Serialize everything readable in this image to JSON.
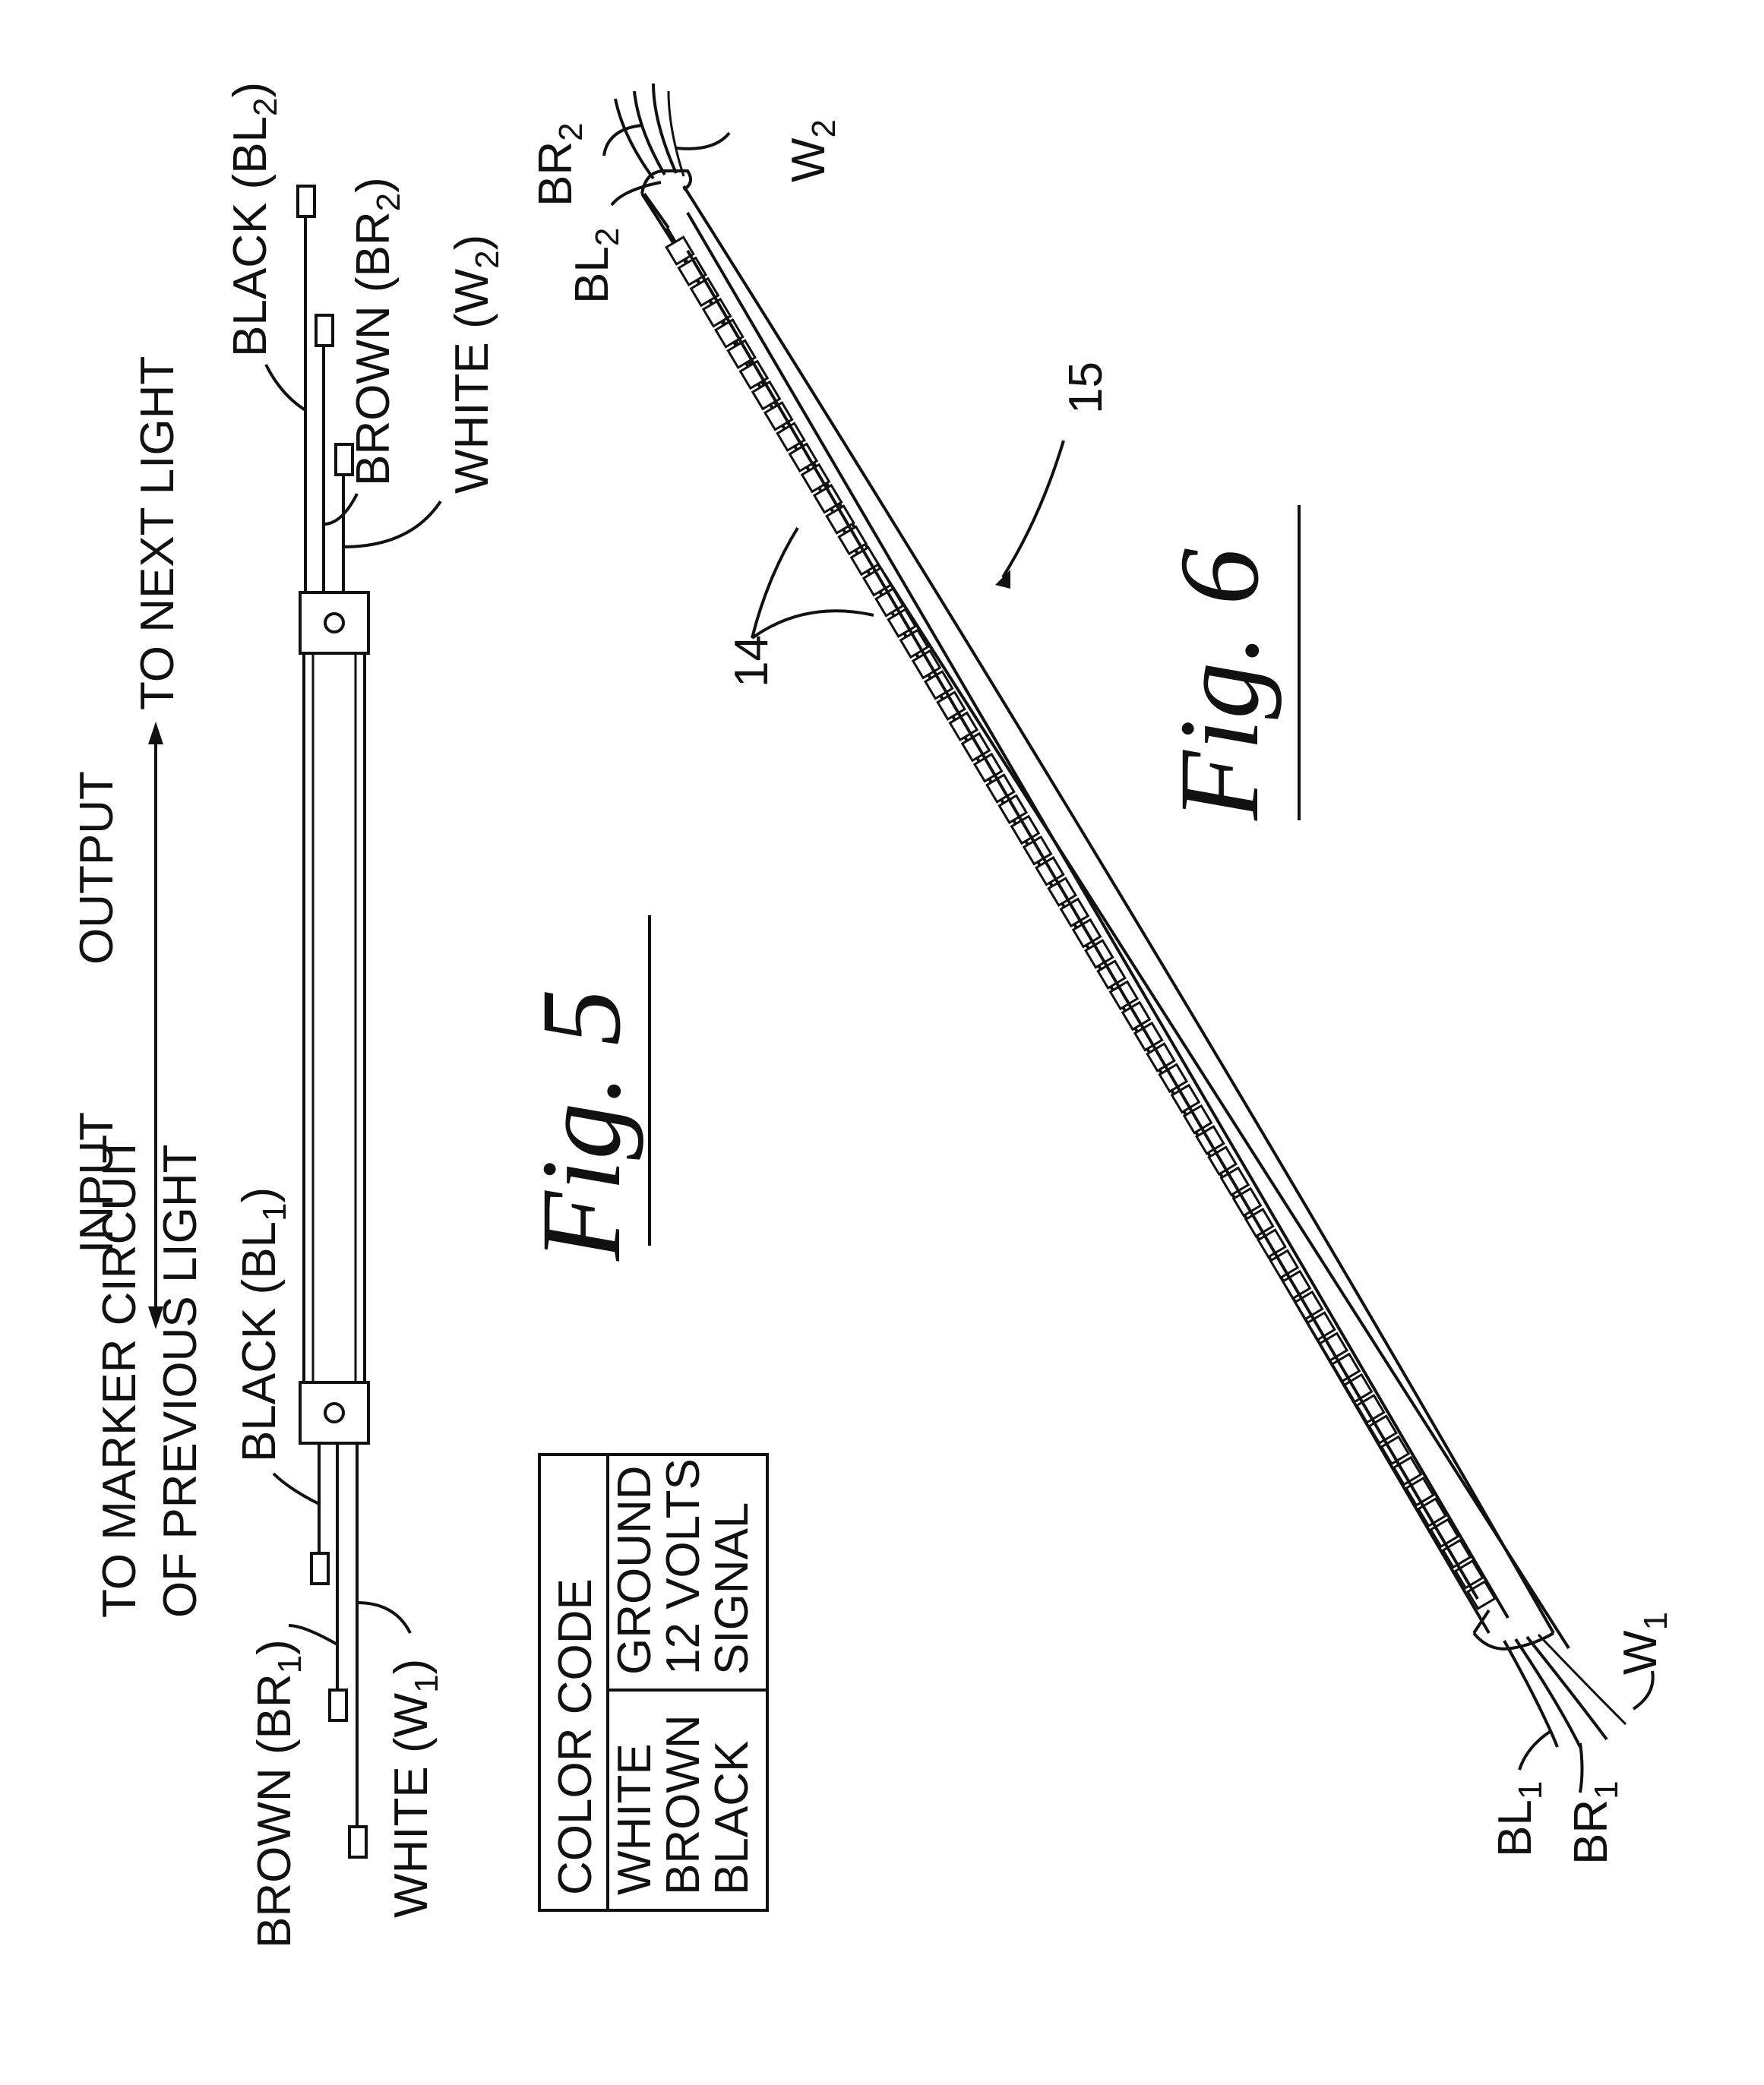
{
  "fig5": {
    "to_marker_line1": "TO MARKER CIRCUIT",
    "to_marker_line2": "OF PREVIOUS LIGHT",
    "input": "INPUT",
    "output": "OUTPUT",
    "to_next_light": "TO NEXT LIGHT",
    "black_in": "BLACK (BL",
    "brown_in": "BROWN (BR",
    "white_in": "WHITE (W",
    "black_out": "BLACK (BL",
    "brown_out": "BROWN (BR",
    "white_out": "WHITE (W",
    "sub1": "1",
    "sub2": "2",
    "close_paren": ")",
    "caption": "Fig. 5"
  },
  "color_code": {
    "title": "COLOR CODE",
    "rows": [
      {
        "color": "WHITE",
        "meaning": "GROUND"
      },
      {
        "color": "BROWN",
        "meaning": "12 VOLTS"
      },
      {
        "color": "BLACK",
        "meaning": "SIGNAL"
      }
    ]
  },
  "fig6": {
    "ref_15": "15",
    "ref_14": "14",
    "bl": "BL",
    "br": "BR",
    "w": "W",
    "sub1": "1",
    "sub2": "2",
    "caption": "Fig. 6"
  }
}
